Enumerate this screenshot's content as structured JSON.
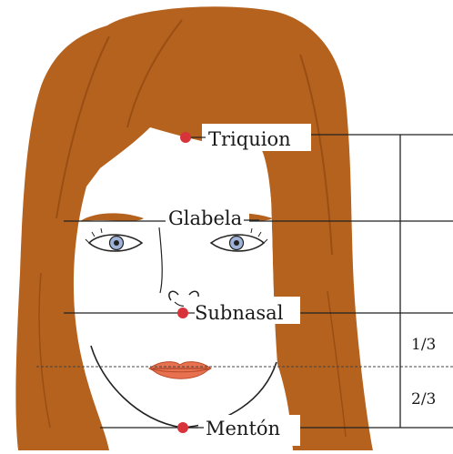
{
  "landmarks": [
    {
      "key": "triquion",
      "label": "Triquion"
    },
    {
      "key": "glabela",
      "label": "Glabela"
    },
    {
      "key": "subnasal",
      "label": "Subnasal"
    },
    {
      "key": "menton",
      "label": "Mentón"
    }
  ],
  "fractions": {
    "upper": "1/3",
    "lower": "2/3"
  },
  "colors": {
    "hair": "#B5621F",
    "hair_shadow": "#9A4E14",
    "landmark_dot": "#D8323A",
    "lips": "#E8714F",
    "line": "#222222",
    "iris": "#9FB2D8"
  }
}
